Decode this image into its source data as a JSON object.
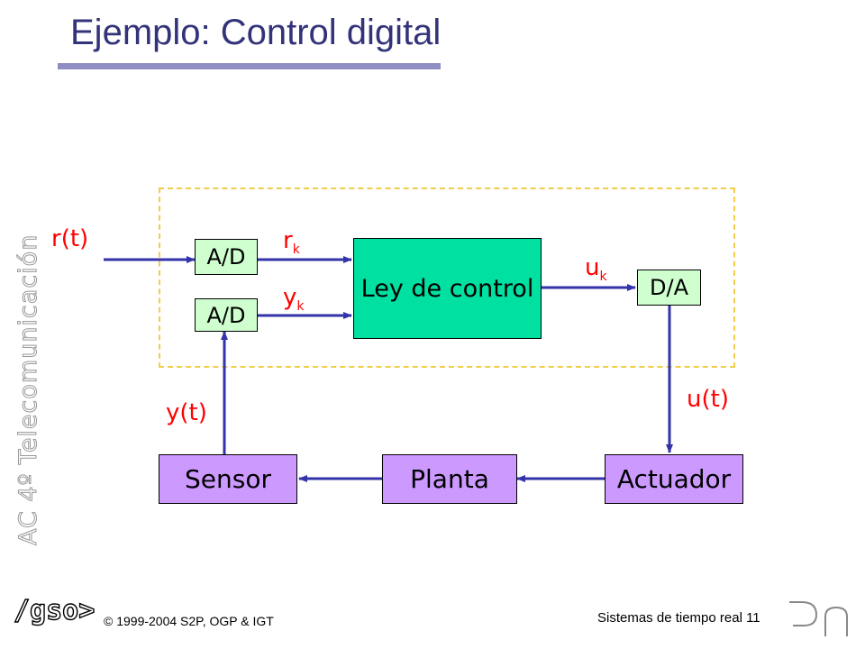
{
  "title": "Ejemplo: Control digital",
  "sidebar_text": "AC 4º Telecomunicación",
  "blocks": {
    "ad_top": "A/D",
    "ad_bottom": "A/D",
    "ley_control": "Ley de control",
    "da": "D/A",
    "sensor": "Sensor",
    "planta": "Planta",
    "actuador": "Actuador"
  },
  "signals": {
    "r_t": "r(t)",
    "r_k": "r",
    "r_k_sub": "k",
    "y_k": "y",
    "y_k_sub": "k",
    "u_k": "u",
    "u_k_sub": "k",
    "u_t": "u(t)",
    "y_t": "y(t)"
  },
  "footer": {
    "logo": "/gso>",
    "copyright": "© 1999-2004 S2P, OGP & IGT",
    "slide": "Sistemas de tiempo real 11"
  },
  "colors": {
    "title": "#33337a",
    "wire": "#3333aa",
    "signal_label": "#ff0000",
    "converter_fill": "#cfffcf",
    "control_fill": "#00e0a0",
    "block_fill": "#cc99ff",
    "dashed_border": "#f0cd4a"
  }
}
